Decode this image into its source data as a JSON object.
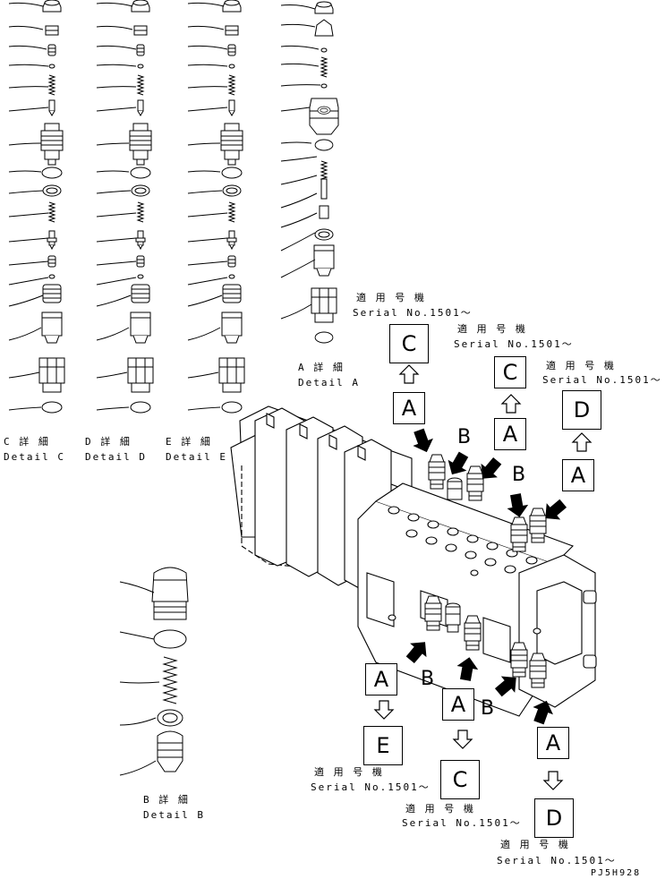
{
  "details": {
    "c": {
      "jp": "C 詳 細",
      "en": "Detail C"
    },
    "d": {
      "jp": "D 詳 細",
      "en": "Detail D"
    },
    "e": {
      "jp": "E 詳 細",
      "en": "Detail E"
    },
    "a": {
      "jp": "A 詳 細",
      "en": "Detail A"
    },
    "b": {
      "jp": "B 詳 細",
      "en": "Detail B"
    }
  },
  "serial_notes": {
    "jp": "適 用 号 機",
    "en": "Serial No.1501～"
  },
  "callouts": {
    "A": "A",
    "B": "B",
    "C": "C",
    "D": "D",
    "E": "E"
  },
  "drawing_code": "PJ5H928"
}
